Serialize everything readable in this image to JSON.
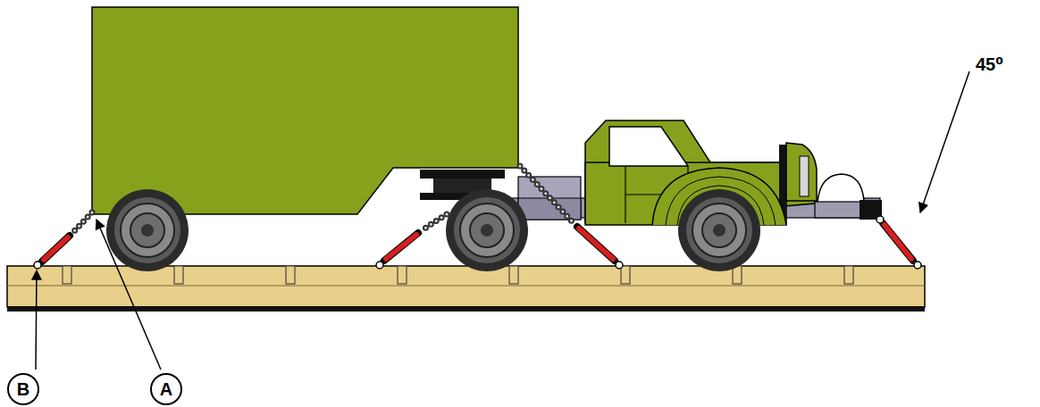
{
  "diagram": {
    "nodes": [
      {
        "text": [
          "B"
        ]
      },
      {
        "text": [
          "A"
        ]
      }
    ],
    "labels": [
      "45⁰"
    ]
  }
}
